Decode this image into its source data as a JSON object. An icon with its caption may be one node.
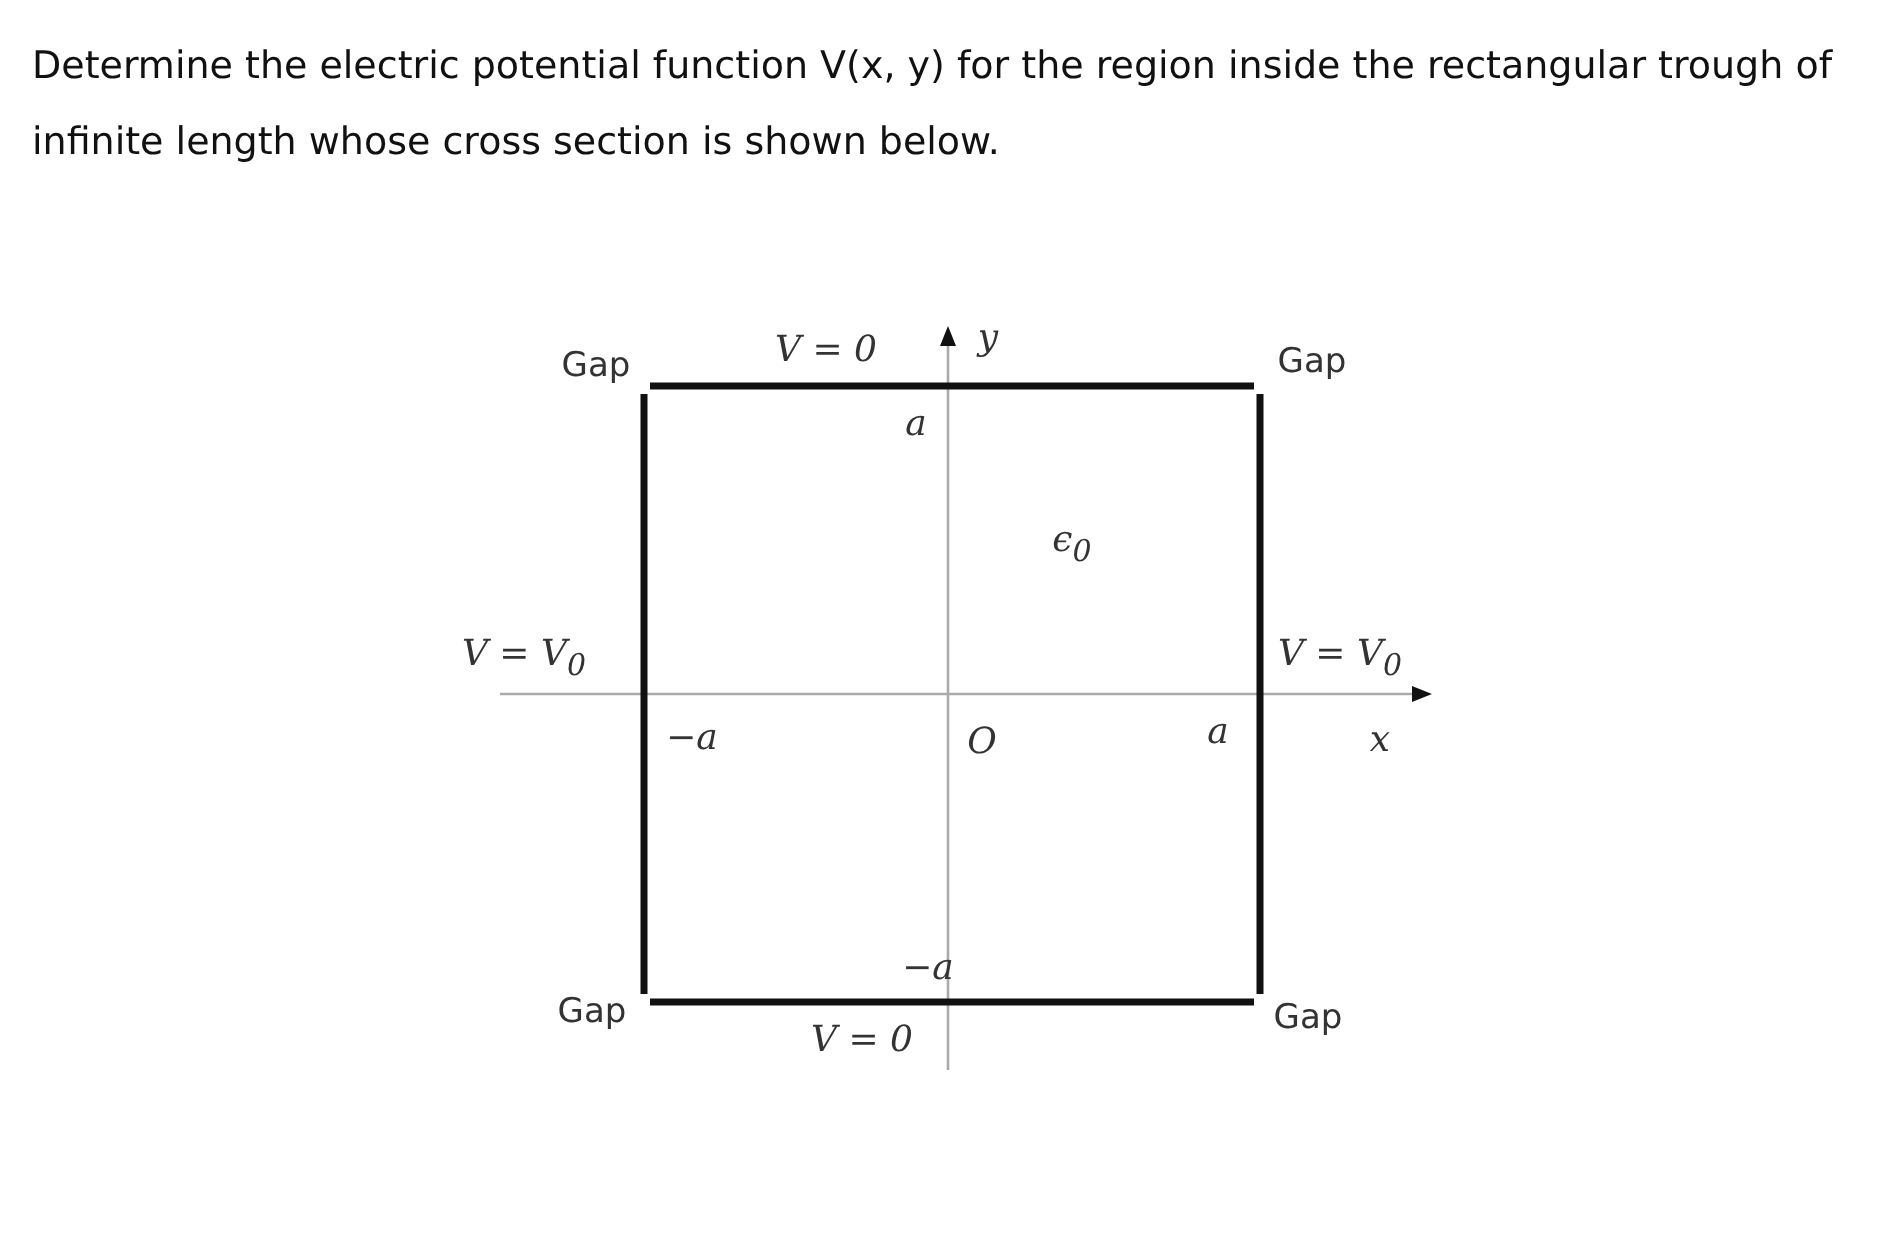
{
  "diagram": {
    "title": "Determine the electric potential function V(x, y) for the region inside the rectangular trough of infinite length whose cross section is shown below.",
    "labels": [
      "Gap",
      "V = 0",
      "y",
      "Gap",
      "a",
      "ϵ$_{0}$",
      "V = V$_{0}$",
      "V = V$_{0}$",
      "−a",
      "O",
      "a",
      "x",
      "−a",
      "Gap",
      "V = 0",
      "Gap"
    ]
  }
}
